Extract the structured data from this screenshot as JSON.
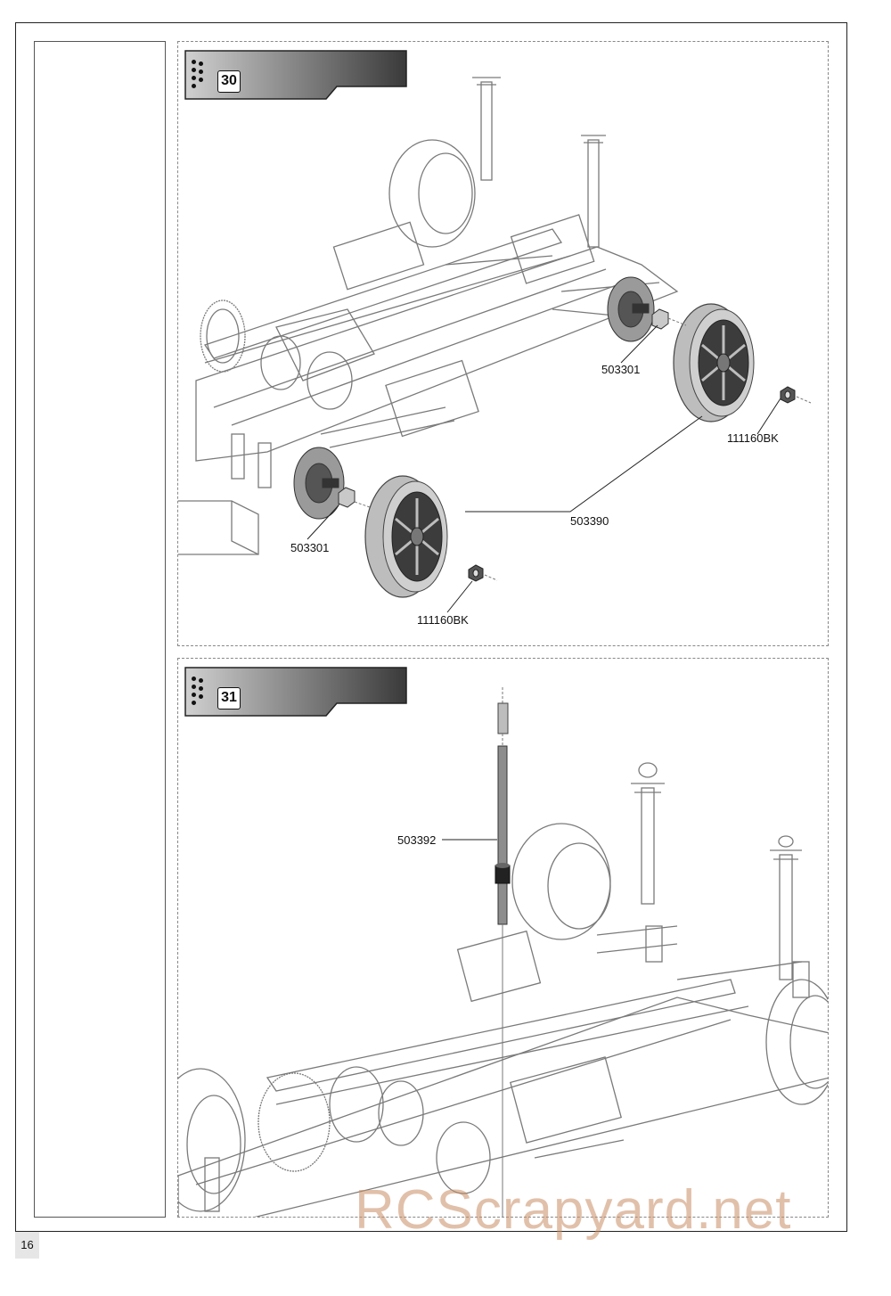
{
  "page": {
    "number": "16",
    "watermark": "RCScrapyard.net"
  },
  "steps": [
    {
      "number": "30",
      "callouts": {
        "hub_right": "503301",
        "nut_right": "111160BK",
        "wheel": "503390",
        "hub_left": "503301",
        "nut_left": "111160BK"
      }
    },
    {
      "number": "31",
      "callouts": {
        "post": "503392"
      }
    }
  ],
  "colors": {
    "banner_dark": "#3a3a3a",
    "banner_light": "#d0d0d0",
    "wheel_tire": "#bdbdbd",
    "wheel_rim": "#3c3c3c",
    "post": "#8d8d8d",
    "line_art": "#7a7a7a"
  }
}
